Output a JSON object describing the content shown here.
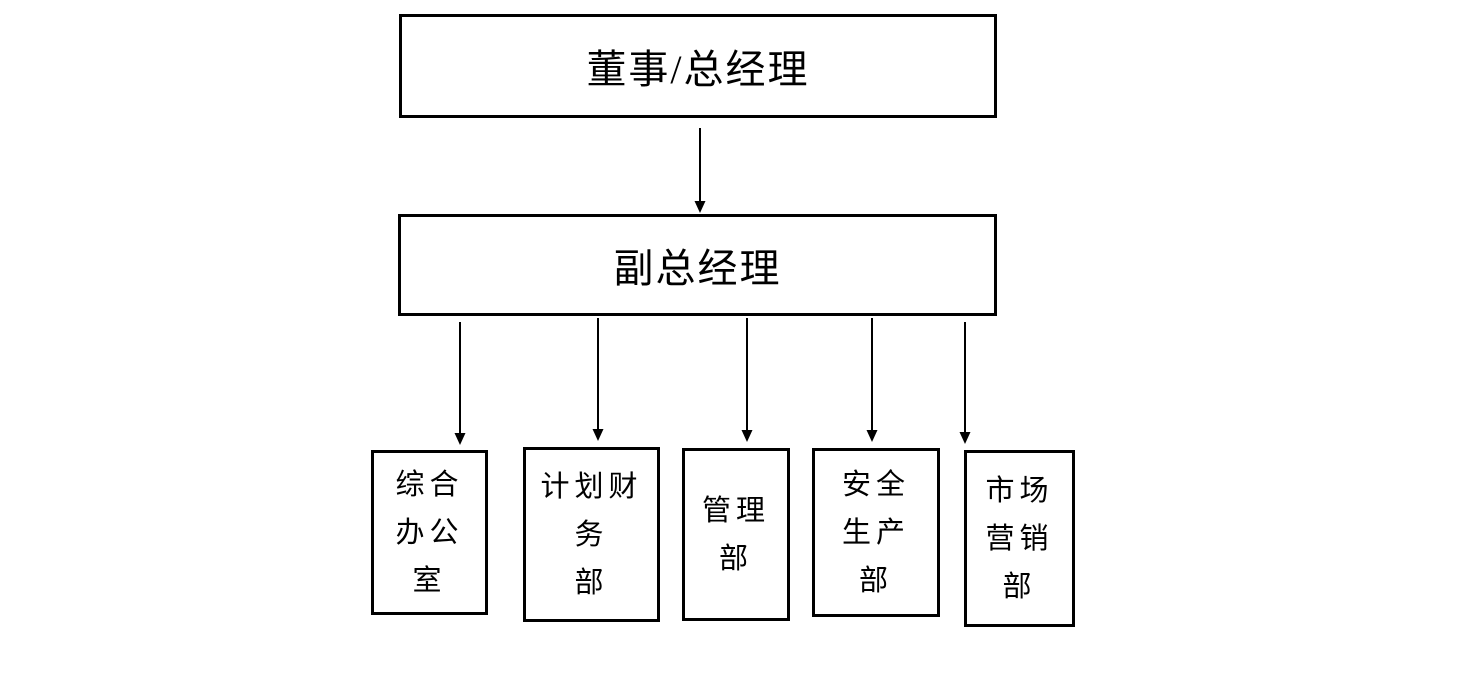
{
  "page": {
    "background_color": "#ffffff",
    "line_color": "#000000",
    "text_color": "#000000"
  },
  "org_chart": {
    "root": {
      "label": "董事/总经理"
    },
    "vice": {
      "label": "副总经理"
    },
    "departments": [
      {
        "label": "综合办公室",
        "lines": [
          "综合",
          "办公",
          "室"
        ]
      },
      {
        "label": "计划财务部",
        "lines": [
          "计划财务",
          "部"
        ]
      },
      {
        "label": "管理部",
        "lines": [
          "管理",
          "部"
        ]
      },
      {
        "label": "安全生产部",
        "lines": [
          "安全",
          "生产",
          "部"
        ]
      },
      {
        "label": "市场营销部",
        "lines": [
          "市场",
          "营销",
          "部"
        ]
      }
    ],
    "edges": [
      {
        "from": "董事/总经理",
        "to": "副总经理"
      },
      {
        "from": "副总经理",
        "to": "综合办公室"
      },
      {
        "from": "副总经理",
        "to": "计划财务部"
      },
      {
        "from": "副总经理",
        "to": "管理部"
      },
      {
        "from": "副总经理",
        "to": "安全生产部"
      },
      {
        "from": "副总经理",
        "to": "市场营销部"
      }
    ]
  }
}
